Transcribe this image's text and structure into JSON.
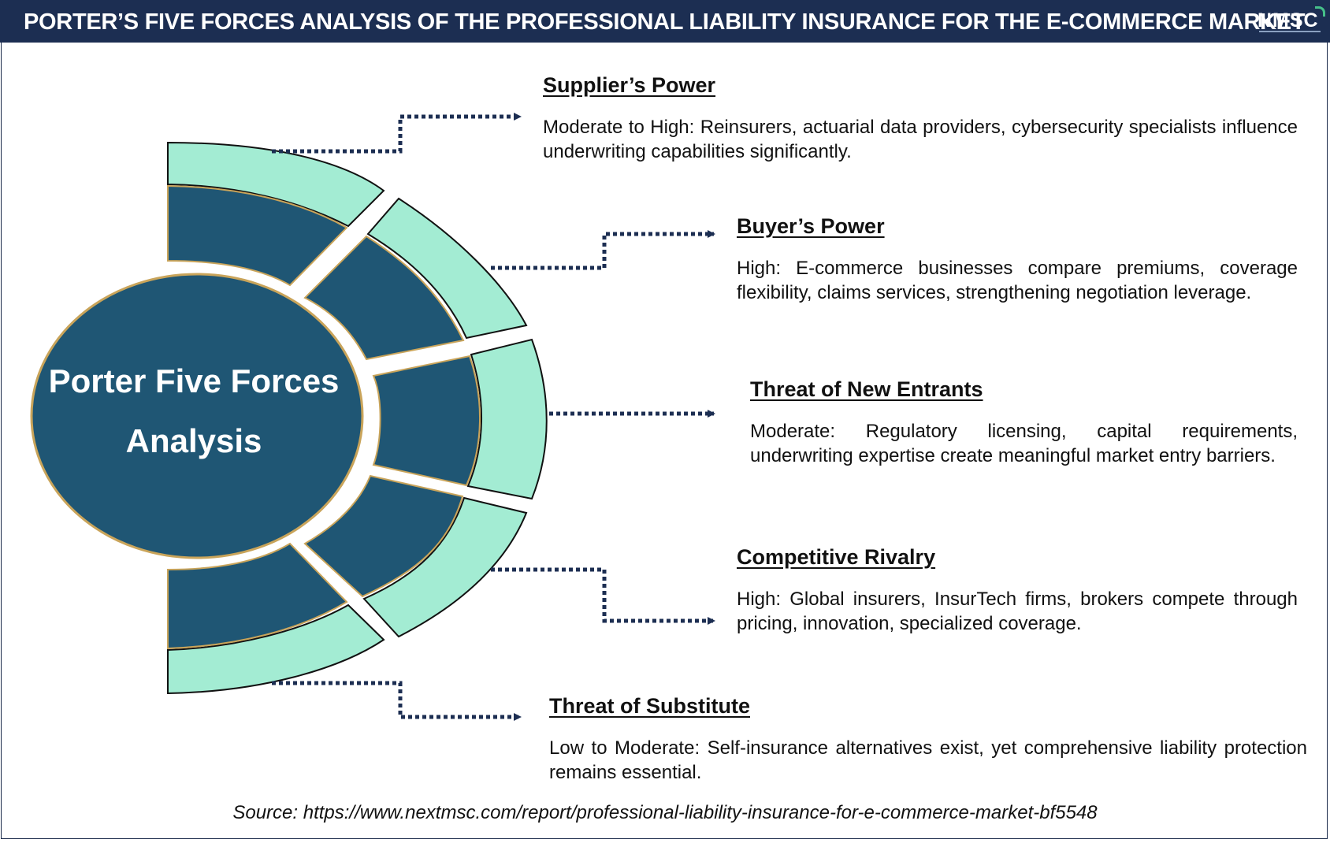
{
  "header": {
    "title": "PORTER’S FIVE FORCES ANALYSIS OF THE PROFESSIONAL LIABILITY INSURANCE FOR THE E-COMMERCE MARKET",
    "logo_text": "NMSC"
  },
  "center": {
    "line1": "Porter Five Forces",
    "line2": "Analysis"
  },
  "forces": [
    {
      "title": "Supplier’s Power",
      "description": "Moderate to High: Reinsurers, actuarial data providers, cybersecurity specialists influence underwriting capabilities significantly."
    },
    {
      "title": "Buyer’s Power",
      "description": "High: E-commerce businesses compare premiums, coverage flexibility, claims services, strengthening negotiation leverage."
    },
    {
      "title": "Threat of New Entrants",
      "description": "Moderate: Regulatory licensing, capital requirements, underwriting expertise create meaningful market entry barriers."
    },
    {
      "title": "Competitive Rivalry",
      "description": "High: Global insurers, InsurTech firms, brokers compete through pricing, innovation, specialized coverage."
    },
    {
      "title": "Threat of Substitute",
      "description": "Low to Moderate: Self-insurance alternatives exist, yet comprehensive liability protection remains essential."
    }
  ],
  "source": "Source: https://www.nextmsc.com/report/professional-liability-insurance-for-e-commerce-market-bf5548",
  "colors": {
    "header_bg": "#1c2e52",
    "dark_segment": "#1f5674",
    "light_segment": "#a3ecd3",
    "outline": "#c9a45a",
    "connector": "#1c2e52"
  }
}
